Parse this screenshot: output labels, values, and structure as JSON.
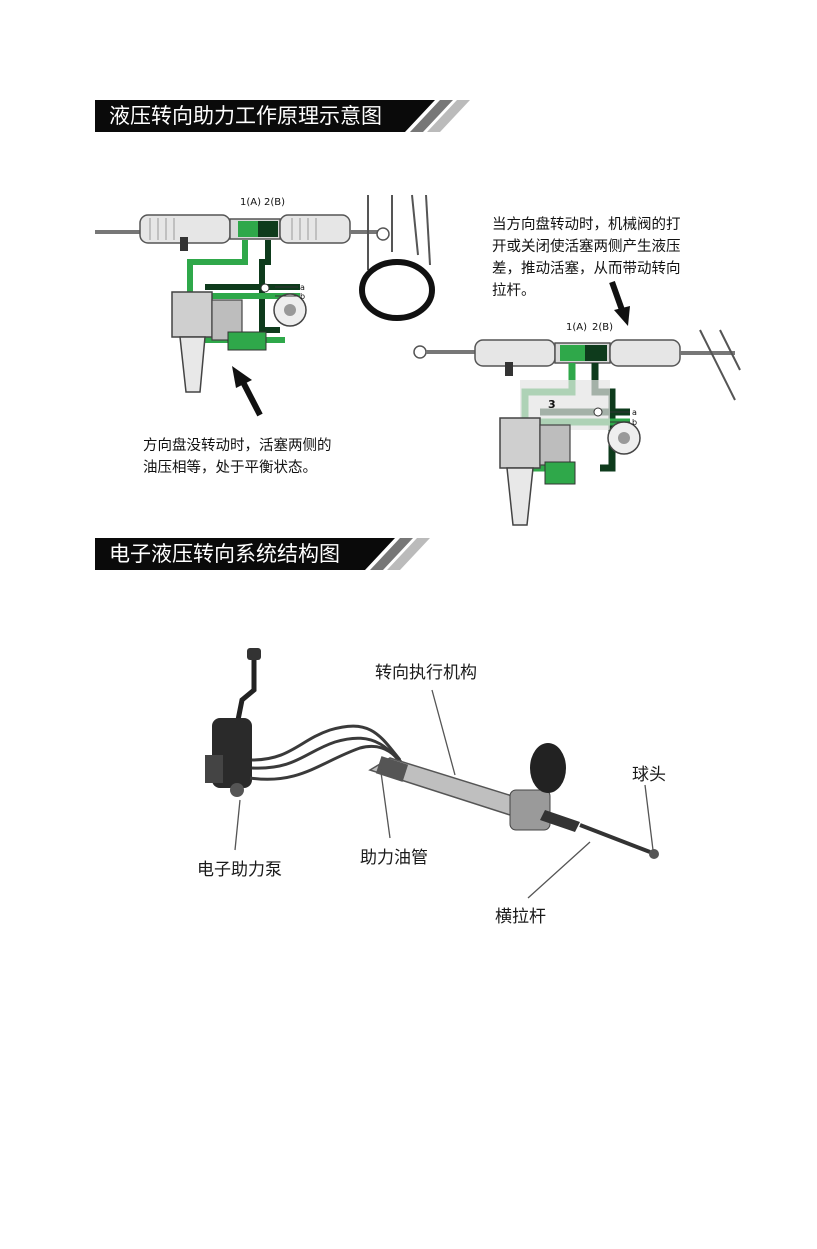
{
  "sections": [
    {
      "title": "液压转向助力工作原理示意图",
      "diagram_left": {
        "labels": {
          "a": "1(A)",
          "b": "2(B)",
          "port_a": "a",
          "port_b": "b"
        },
        "caption_lines": [
          "方向盘没转动时，活塞两侧的",
          "油压相等，处于平衡状态。"
        ]
      },
      "diagram_right": {
        "labels": {
          "a": "1(A)",
          "b": "2(B)",
          "num3": "3",
          "port_a": "a",
          "port_b": "b"
        },
        "caption_lines": [
          "当方向盘转动时，机械阀的打",
          "开或关闭使活塞两侧产生液压",
          "差，推动活塞，从而带动转向",
          "拉杆。"
        ]
      }
    },
    {
      "title": "电子液压转向系统结构图",
      "callouts": {
        "actuator": "转向执行机构",
        "ball_joint": "球头",
        "oil_pipe": "助力油管",
        "pump": "电子助力泵",
        "tie_rod": "横拉杆"
      }
    }
  ],
  "colors": {
    "banner_bg": "#0a0a0a",
    "oil_green": "#2fa84a",
    "oil_dark": "#0e3b1c",
    "line_gray": "#555555"
  }
}
